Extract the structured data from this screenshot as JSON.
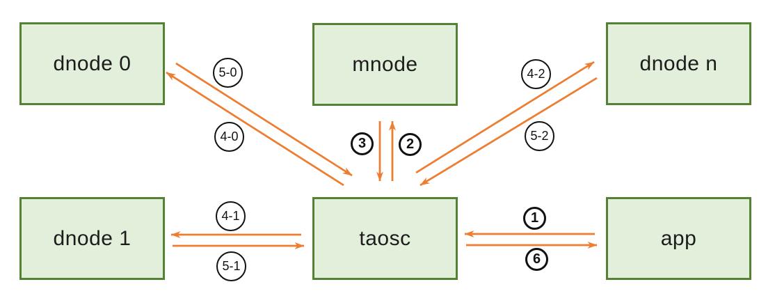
{
  "nodes": {
    "dnode0": "dnode 0",
    "mnode": "mnode",
    "dnoden": "dnode n",
    "dnode1": "dnode 1",
    "taosc": "taosc",
    "app": "app"
  },
  "edge_labels": {
    "s50": "5-0",
    "s40": "4-0",
    "s41": "4-1",
    "s51": "5-1",
    "s42": "4-2",
    "s52": "5-2",
    "s3": "3",
    "s2": "2",
    "s1": "1",
    "s6": "6"
  },
  "arrows": [
    {
      "from": "dnode 0",
      "to": "taosc"
    },
    {
      "from": "taosc",
      "to": "dnode 0"
    },
    {
      "from": "mnode",
      "to": "taosc"
    },
    {
      "from": "taosc",
      "to": "mnode"
    },
    {
      "from": "taosc",
      "to": "dnode n"
    },
    {
      "from": "dnode n",
      "to": "taosc"
    },
    {
      "from": "taosc",
      "to": "dnode 1"
    },
    {
      "from": "dnode 1",
      "to": "taosc"
    },
    {
      "from": "app",
      "to": "taosc"
    },
    {
      "from": "taosc",
      "to": "app"
    }
  ],
  "colors": {
    "node_fill": "#e2efda",
    "node_border": "#548235",
    "arrow": "#ed7d31",
    "ring": "#111111",
    "text": "#1c1c1c",
    "background": "#ffffff"
  }
}
